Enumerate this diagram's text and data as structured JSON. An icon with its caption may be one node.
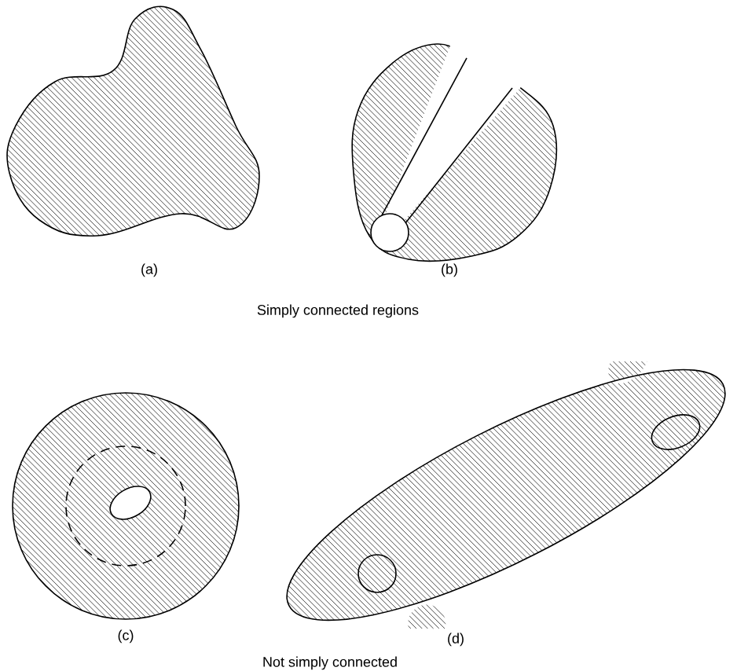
{
  "diagram": {
    "labels": [
      "(a)",
      "(b)",
      "Simply connected regions",
      "(c)",
      "(d)",
      "Not simply connected"
    ]
  }
}
